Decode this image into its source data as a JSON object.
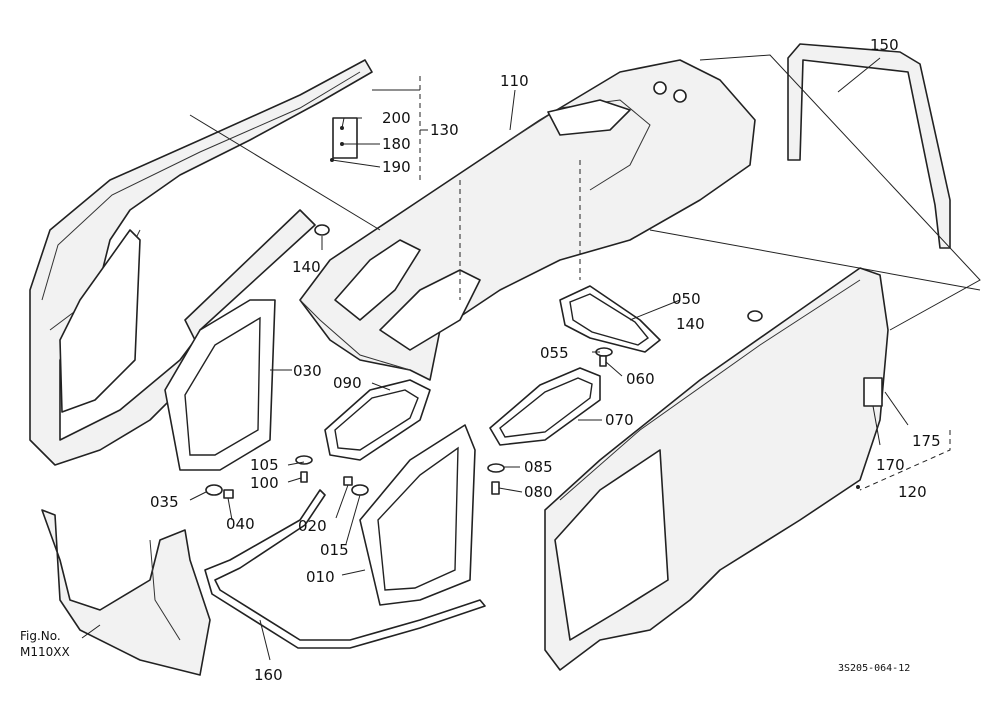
{
  "labels": {
    "p110": "110",
    "p150": "150",
    "p200": "200",
    "p180": "180",
    "p190": "190",
    "p130": "130",
    "p140a": "140",
    "p140b": "140",
    "p050": "050",
    "p055": "055",
    "p060": "060",
    "p030": "030",
    "p090": "090",
    "p070": "070",
    "p175": "175",
    "p170": "170",
    "p120": "120",
    "p105": "105",
    "p100": "100",
    "p085": "085",
    "p080": "080",
    "p035": "035",
    "p040": "040",
    "p020": "020",
    "p015": "015",
    "p010": "010",
    "p160": "160"
  },
  "figure_ref": {
    "line1": "Fig.No.",
    "line2": "M110XX"
  },
  "drawing_code": "3S205-064-12"
}
